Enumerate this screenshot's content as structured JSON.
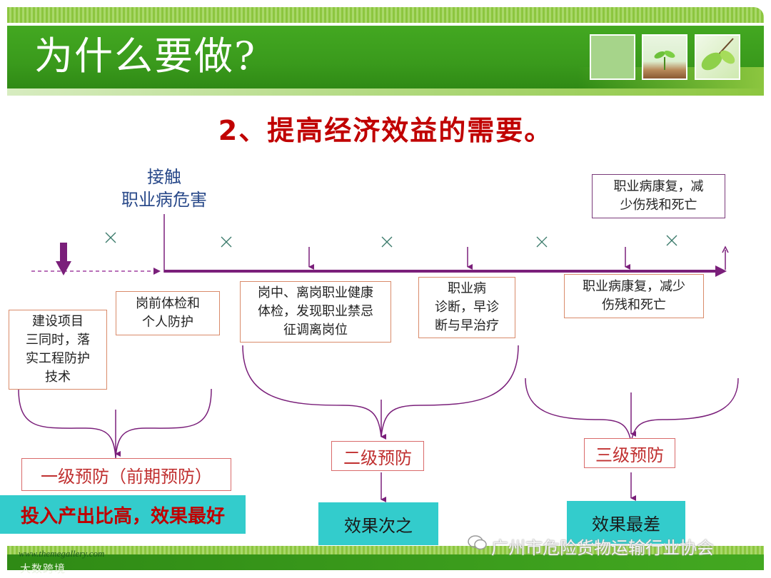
{
  "header": {
    "title": "为什么要做?"
  },
  "subtitle": "2、提高经济效益的需要。",
  "colors": {
    "header_green": "#3a9a1c",
    "stripe_green": "#8cc63f",
    "timeline_purple": "#7a1f7a",
    "subtitle_red": "#c00000",
    "effect_cyan": "#33cccc"
  },
  "exposure_label": {
    "line1": "接触",
    "line2": "职业病危害"
  },
  "stage_boxes": {
    "construction": [
      "建设项目",
      "三同时，落",
      "实工程防护",
      "技术"
    ],
    "preemployment": [
      "岗前体检和",
      "个人防护"
    ],
    "onjob": [
      "岗中、离岗职业健康",
      "体检，发现职业禁忌",
      "征调离岗位"
    ],
    "diagnosis": [
      "职业病",
      "诊断，早诊",
      "断与早治疗"
    ],
    "rehab": [
      "职业病康复，减少",
      "伤残和死亡"
    ],
    "rehab_top": [
      "职业病康复，减",
      "少伤残和死亡"
    ]
  },
  "levels": {
    "primary": "一级预防（前期预防）",
    "secondary": "二级预防",
    "tertiary": "三级预防"
  },
  "effects": {
    "primary": "投入产出比高，效果最好",
    "secondary": "效果次之",
    "tertiary": "效果最差"
  },
  "icons": {
    "cross": "cross-mark-icon",
    "wechat": "wechat-icon"
  },
  "footer": {
    "url": "www.themegallery.com",
    "watermark_left": "大数跨境",
    "watermark_right": "广州市危险货物运输行业协会"
  }
}
